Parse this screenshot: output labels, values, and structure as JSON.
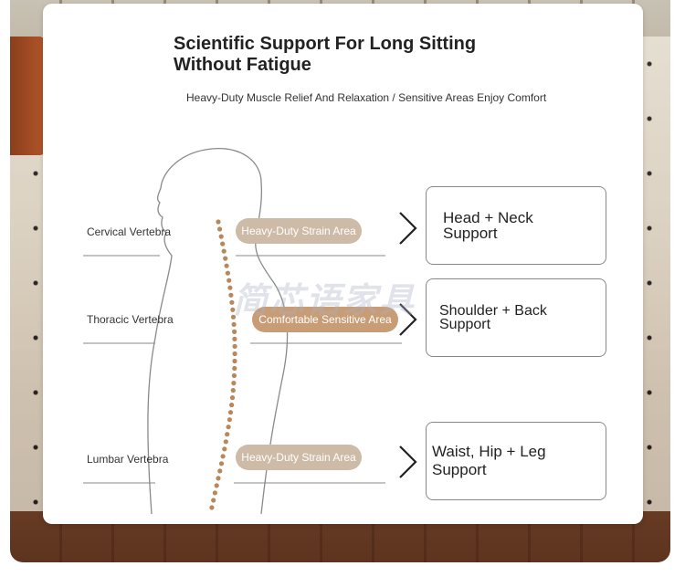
{
  "title_line1": "Scientific Support For Long Sitting",
  "title_line2": "Without Fatigue",
  "subtitle": "Heavy-Duty Muscle Relief And Relaxation / Sensitive Areas Enjoy Comfort",
  "rows": [
    {
      "vertebra": "Cervical Vertebra",
      "area": "Heavy-Duty Strain Area",
      "support_line1": "Head + Neck",
      "support_line2": "Support"
    },
    {
      "vertebra": "Thoracic Vertebra",
      "area": "Comfortable Sensitive Area",
      "support_line1": "Shoulder + Back",
      "support_line2": "Support"
    },
    {
      "vertebra": "Lumbar Vertebra",
      "area": "Heavy-Duty Strain Area",
      "support_line1": "Waist, Hip + Leg",
      "support_line2": "Support"
    }
  ],
  "watermark": "简芯语家具",
  "colors": {
    "pill_light": "#cdbba7",
    "pill_dark": "#c89d76",
    "spine_dot": "#b8875c"
  }
}
